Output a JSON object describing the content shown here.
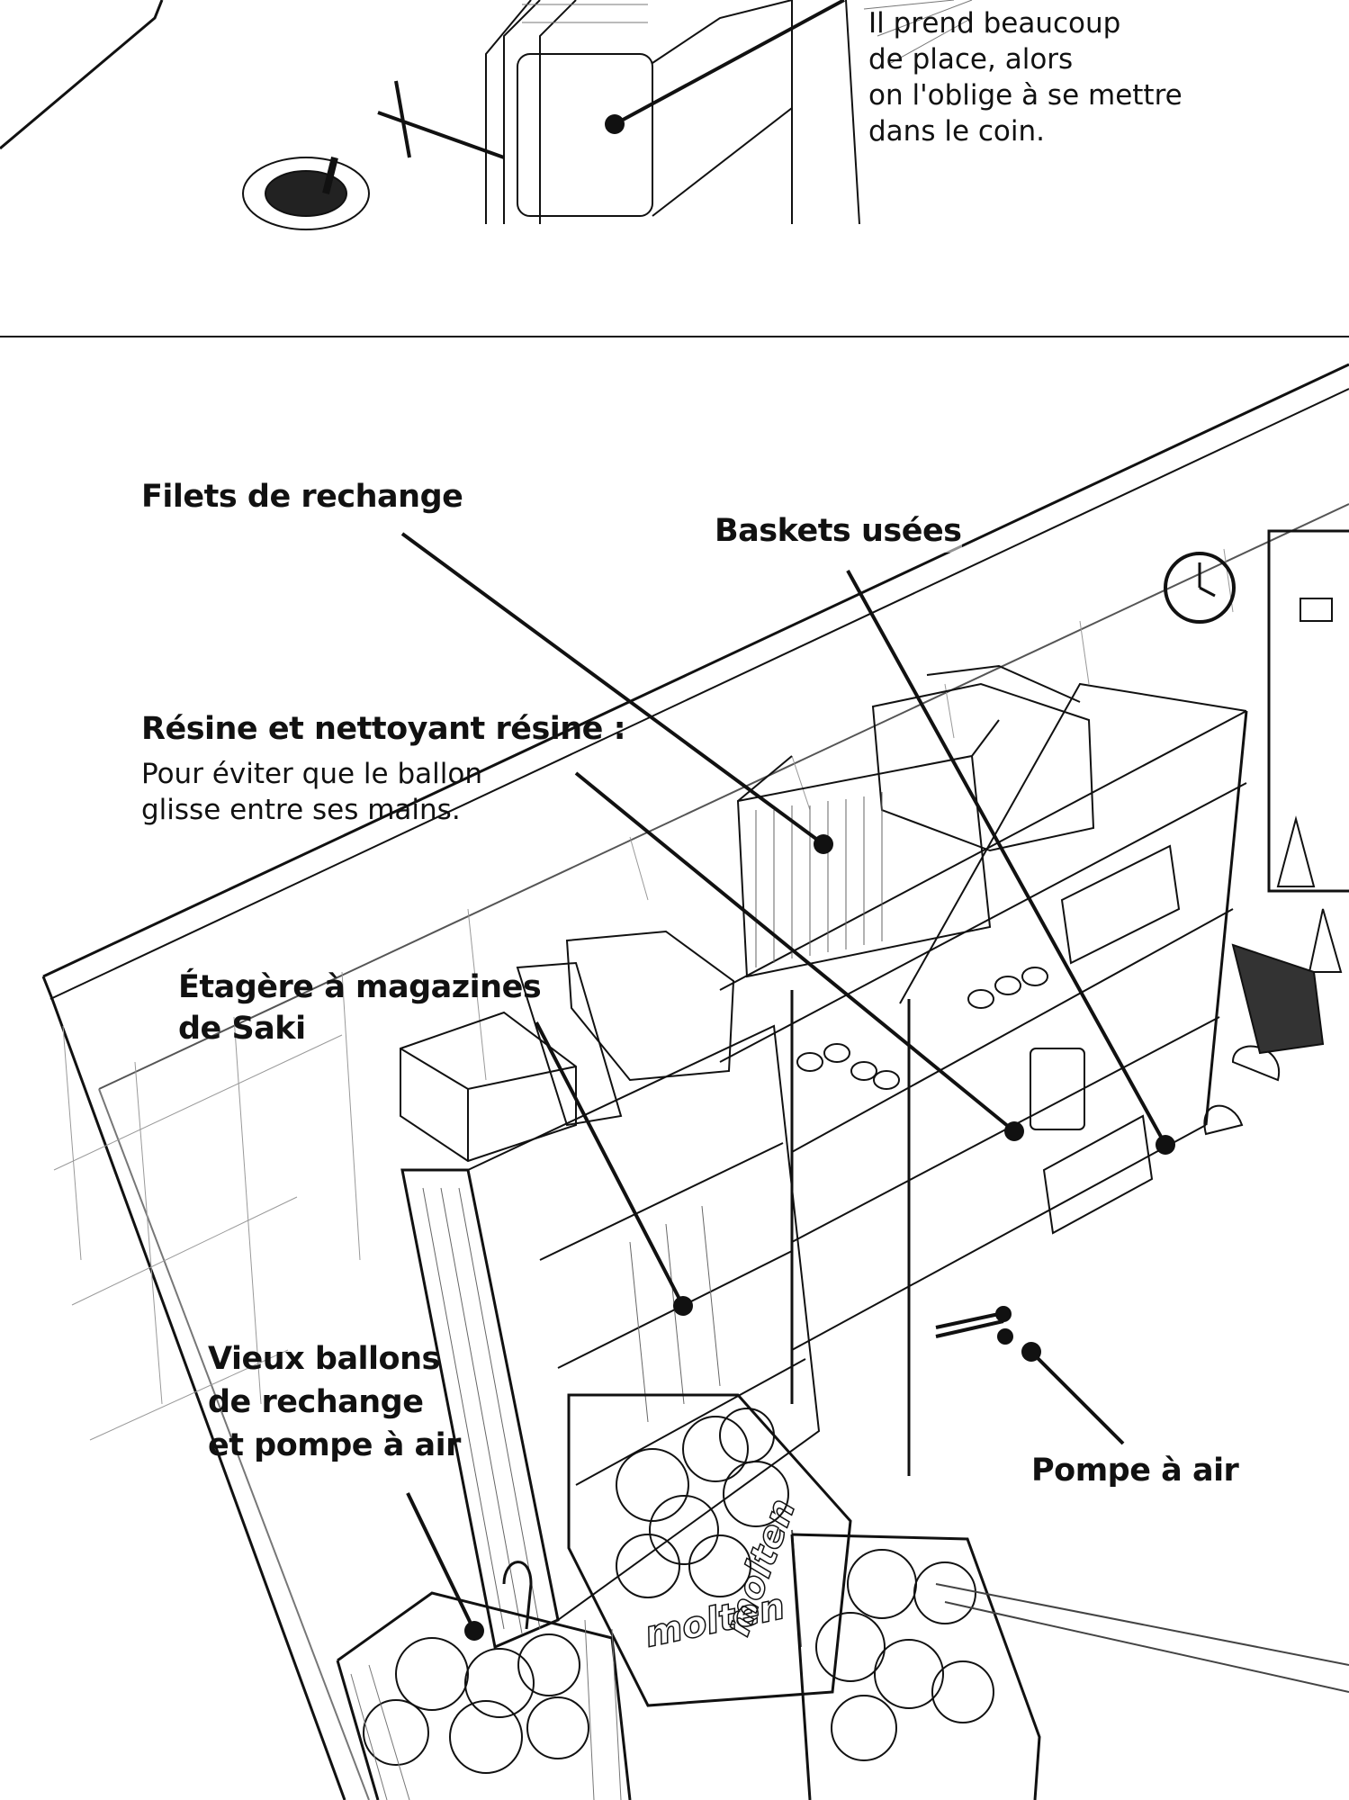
{
  "top_panel": {
    "caption_lines": [
      "Il prend beaucoup",
      "de place, alors",
      "on l'oblige à se mettre",
      "dans le coin."
    ]
  },
  "main_panel": {
    "labels": {
      "filets": "Filets de rechange",
      "baskets": "Baskets usées",
      "resine_title": "Résine et nettoyant résine :",
      "resine_desc_lines": [
        "Pour éviter que le ballon",
        "glisse entre ses mains."
      ],
      "etagere_lines": [
        "Étagère à magazines",
        "de Saki"
      ],
      "vieux_lines": [
        "Vieux ballons",
        "de rechange",
        "et pompe à air"
      ],
      "pompe": "Pompe à air"
    },
    "box_print": "molten"
  }
}
